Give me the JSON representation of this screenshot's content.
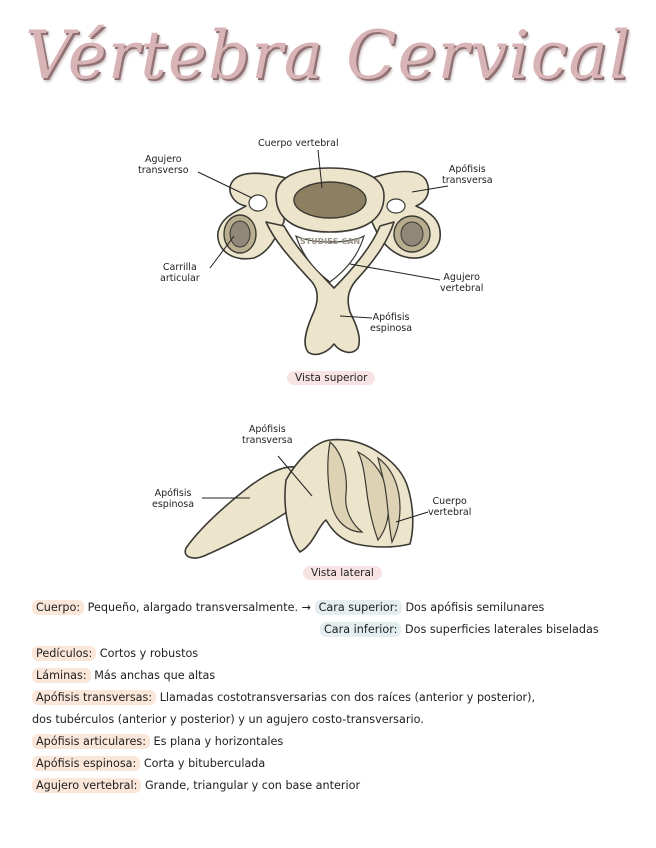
{
  "title": "Vértebra Cervical",
  "figure_superior": {
    "labels": {
      "cuerpo_vertebral": "Cuerpo vertebral",
      "agujero_transverso": "Agujero\ntransverso",
      "apofisis_transversa": "Apófisis\ntransversa",
      "carilla_articular": "Carrilla\narticular",
      "agujero_vertebral": "Agujero\nvertebral",
      "apofisis_espinosa": "Apófisis\nespinosa"
    },
    "watermark": "STUDIES CAN",
    "caption": "Vista superior"
  },
  "figure_lateral": {
    "labels": {
      "apofisis_transversa": "Apófisis\ntransversa",
      "apofisis_espinosa": "Apófisis\nespinosa",
      "cuerpo_vertebral": "Cuerpo\nvertebral"
    },
    "caption": "Vista lateral"
  },
  "colors": {
    "title_fill": "#d8b4b6",
    "title_shadow": "#8f7173",
    "bone": "#ece5cc",
    "bone_dark": "#8c7f62",
    "highlight_peach": "#fbe7da",
    "highlight_blue": "#e4eef0",
    "caption_pink": "#f7e2e4"
  },
  "notes": {
    "cuerpo": {
      "term": "Cuerpo:",
      "text": "Pequeño, alargado transversalmente. →"
    },
    "cara_superior": {
      "term": "Cara superior:",
      "text": "Dos apófisis semilunares"
    },
    "cara_inferior": {
      "term": "Cara inferior:",
      "text": "Dos superficies laterales biseladas"
    },
    "pediculos": {
      "term": "Pedículos:",
      "text": "Cortos y robustos"
    },
    "laminas": {
      "term": "Láminas:",
      "text": "Más anchas que altas"
    },
    "apofisis_transversas": {
      "term": "Apófisis transversas:",
      "text": "Llamadas costotransversarias con dos raíces (anterior y posterior),"
    },
    "apofisis_transversas_cont": "dos tubérculos (anterior y posterior) y un agujero costo-transversario.",
    "apofisis_articulares": {
      "term": "Apófisis articulares:",
      "text": "Es plana y horizontales"
    },
    "apofisis_espinosa": {
      "term": "Apófisis espinosa:",
      "text": "Corta y bituberculada"
    },
    "agujero_vertebral": {
      "term": "Agujero vertebral:",
      "text": "Grande, triangular y con base anterior"
    }
  }
}
